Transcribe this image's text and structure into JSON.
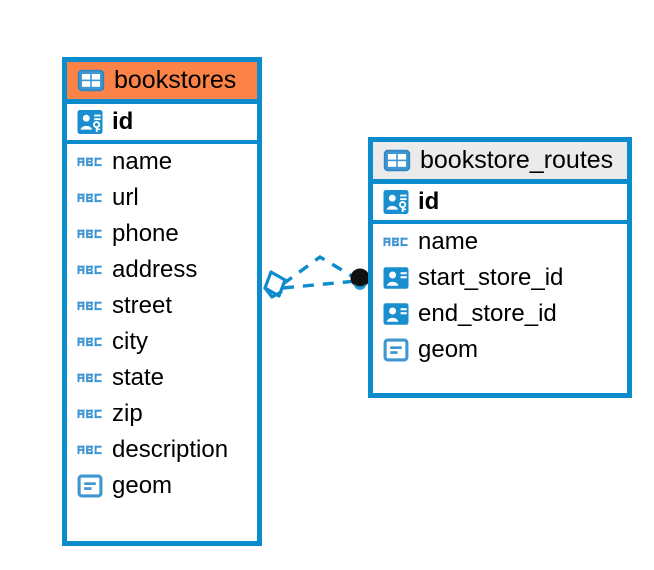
{
  "diagram": {
    "type": "entity-relationship-diagram",
    "background_color": "#ffffff",
    "accent_color": "#0c8ccd",
    "highlight_color": "#fb8348",
    "header_plain_color": "#ebebeb",
    "entities": [
      {
        "name": "bookstores",
        "header_style": "accent",
        "icon": "table-icon",
        "fields": [
          {
            "name": "id",
            "icon": "primary-key-icon",
            "bold": true
          },
          {
            "name": "name",
            "icon": "text-abc-icon",
            "bold": false
          },
          {
            "name": "url",
            "icon": "text-abc-icon",
            "bold": false
          },
          {
            "name": "phone",
            "icon": "text-abc-icon",
            "bold": false
          },
          {
            "name": "address",
            "icon": "text-abc-icon",
            "bold": false
          },
          {
            "name": "street",
            "icon": "text-abc-icon",
            "bold": false
          },
          {
            "name": "city",
            "icon": "text-abc-icon",
            "bold": false
          },
          {
            "name": "state",
            "icon": "text-abc-icon",
            "bold": false
          },
          {
            "name": "zip",
            "icon": "text-abc-icon",
            "bold": false
          },
          {
            "name": "description",
            "icon": "text-abc-icon",
            "bold": false
          },
          {
            "name": "geom",
            "icon": "geometry-icon",
            "bold": false
          }
        ]
      },
      {
        "name": "bookstore_routes",
        "header_style": "plain",
        "icon": "table-icon",
        "fields": [
          {
            "name": "id",
            "icon": "primary-key-icon",
            "bold": true
          },
          {
            "name": "name",
            "icon": "text-abc-icon",
            "bold": false
          },
          {
            "name": "start_store_id",
            "icon": "foreign-key-icon",
            "bold": false
          },
          {
            "name": "end_store_id",
            "icon": "foreign-key-icon",
            "bold": false
          },
          {
            "name": "geom",
            "icon": "geometry-icon",
            "bold": false
          }
        ]
      }
    ],
    "relationship": {
      "from_entity": "bookstores",
      "to_entity": "bookstore_routes",
      "line_style": "dashed",
      "line_color": "#0c8ccd",
      "source_marker": "diamond-marker",
      "target_marker": "dot-marker",
      "target_marker_color": "#111111",
      "branches": 2
    }
  }
}
